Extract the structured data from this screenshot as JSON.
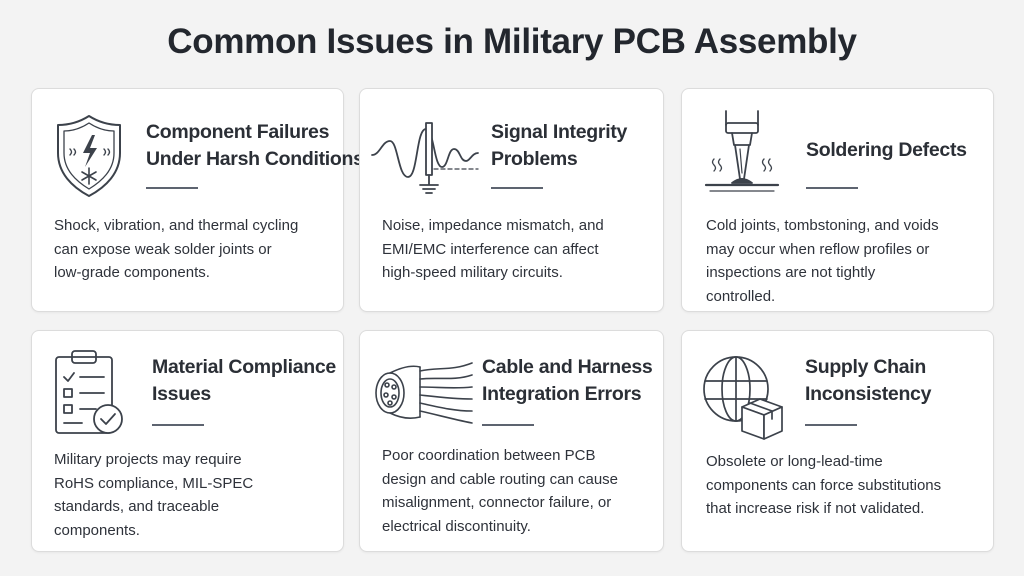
{
  "title": "Common Issues in Military PCB Assembly",
  "cards": [
    {
      "icon": "shield-lightning-snowflake-icon",
      "title_lines": [
        "Component Failures",
        "Under Harsh Conditions"
      ],
      "body_lines": [
        "Shock, vibration, and thermal cycling",
        "can expose weak solder joints or",
        "low-grade components."
      ]
    },
    {
      "icon": "signal-waveform-icon",
      "title_lines": [
        "Signal Integrity",
        "Problems"
      ],
      "body_lines": [
        "Noise, impedance mismatch, and",
        "EMI/EMC interference can affect",
        "high-speed military circuits."
      ]
    },
    {
      "icon": "soldering-iron-icon",
      "title_lines": [
        "Soldering Defects"
      ],
      "body_lines": [
        "Cold joints, tombstoning, and voids",
        "may occur when reflow profiles or",
        "inspections are not tightly",
        "controlled."
      ]
    },
    {
      "icon": "clipboard-checklist-icon",
      "title_lines": [
        "Material Compliance",
        "Issues"
      ],
      "body_lines": [
        "Military projects may require",
        "RoHS compliance, MIL-SPEC",
        "standards, and traceable",
        "components."
      ]
    },
    {
      "icon": "cable-connector-icon",
      "title_lines": [
        "Cable and Harness",
        "Integration Errors"
      ],
      "body_lines": [
        "Poor coordination between PCB",
        "design and cable routing can cause",
        "misalignment, connector failure, or",
        "electrical discontinuity."
      ]
    },
    {
      "icon": "globe-box-icon",
      "title_lines": [
        "Supply Chain",
        "Inconsistency"
      ],
      "body_lines": [
        "Obsolete or long-lead-time",
        "components can force substitutions",
        "that increase risk if not validated."
      ]
    }
  ]
}
